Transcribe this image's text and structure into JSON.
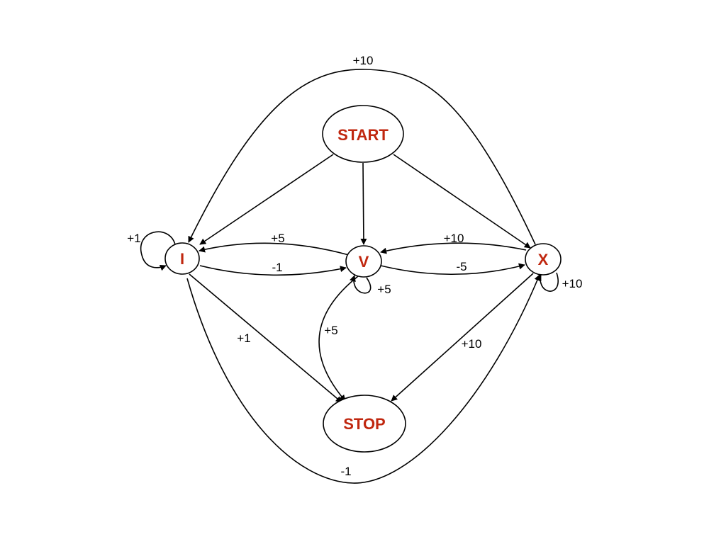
{
  "diagram": {
    "nodes": {
      "start": "START",
      "i": "I",
      "v": "V",
      "x": "X",
      "stop": "STOP"
    },
    "node_color": "#c0270f",
    "edges": [
      {
        "from": "START",
        "to": "I",
        "label": ""
      },
      {
        "from": "START",
        "to": "V",
        "label": ""
      },
      {
        "from": "START",
        "to": "X",
        "label": ""
      },
      {
        "from": "I",
        "to": "I",
        "label": "+1"
      },
      {
        "from": "I",
        "to": "V",
        "label": "-1"
      },
      {
        "from": "I",
        "to": "STOP",
        "label": "+1"
      },
      {
        "from": "I",
        "to": "X",
        "label": "-1"
      },
      {
        "from": "V",
        "to": "I",
        "label": "+5"
      },
      {
        "from": "V",
        "to": "V",
        "label": "+5"
      },
      {
        "from": "V",
        "to": "X",
        "label": "-5"
      },
      {
        "from": "V",
        "to": "STOP",
        "label": "+5"
      },
      {
        "from": "X",
        "to": "V",
        "label": "+10"
      },
      {
        "from": "X",
        "to": "X",
        "label": "+10"
      },
      {
        "from": "X",
        "to": "I",
        "label": "+10"
      },
      {
        "from": "X",
        "to": "STOP",
        "label": "+10"
      }
    ]
  }
}
